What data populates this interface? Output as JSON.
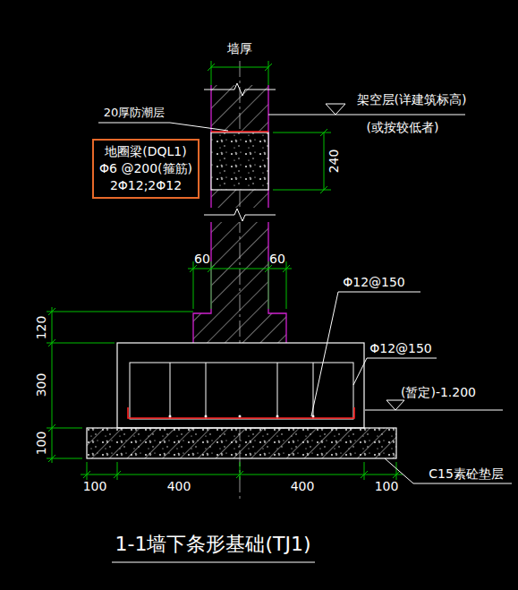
{
  "diagram": {
    "title": "1-1墙下条形基础(TJ1)",
    "nodes": [
      {
        "text": [
          "地圈梁(DQL1)",
          "Φ6 @200(箍筋)",
          "2Φ12;2Φ12"
        ]
      }
    ],
    "labels": [
      "墙厚",
      "20厚防潮层",
      "架空层(详建筑标高)",
      "(或按较低者)",
      "240",
      "60",
      "60",
      "Φ12@150",
      "Φ12@150",
      "120",
      "300",
      "(暂定)-1.200",
      "100",
      "100",
      "400",
      "400",
      "100",
      "C15素砼垫层"
    ]
  }
}
